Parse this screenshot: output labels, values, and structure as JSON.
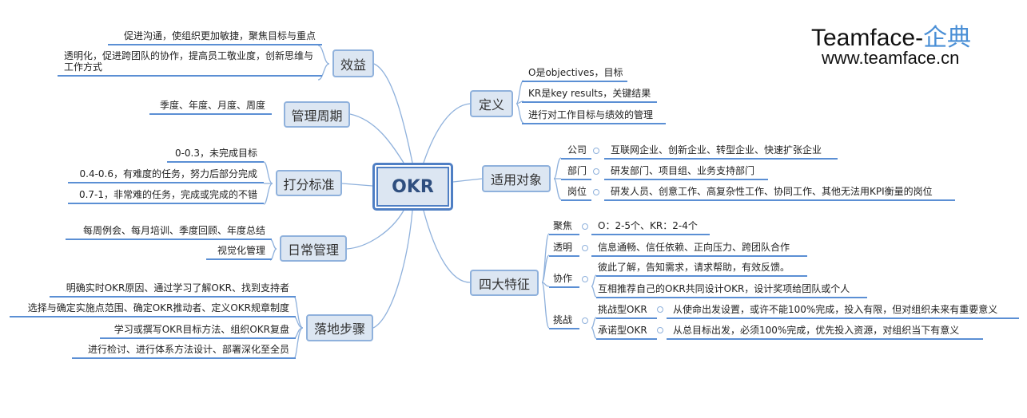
{
  "logo": {
    "brand": "Teamface-",
    "brand_cn": "企典",
    "url": "www.teamface.cn",
    "accent": "#4a8fd6"
  },
  "center": "OKR",
  "left": {
    "benefit": {
      "label": "效益",
      "items": [
        "促进沟通，使组织更加敏捷，聚焦目标与重点",
        "透明化，促进跨团队的协作，提高员工敬业度，创新思维与工作方式"
      ]
    },
    "cycle": {
      "label": "管理周期",
      "items": [
        "季度、年度、月度、周度"
      ]
    },
    "scoring": {
      "label": "打分标准",
      "items": [
        "0-0.3，未完成目标",
        "0.4-0.6，有难度的任务，努力后部分完成",
        "0.7-1，非常难的任务，完成或完成的不错"
      ]
    },
    "daily": {
      "label": "日常管理",
      "items": [
        "每周例会、每月培训、季度回顾、年度总结",
        "视觉化管理"
      ]
    },
    "steps": {
      "label": "落地步骤",
      "items": [
        "明确实时OKR原因、通过学习了解OKR、找到支持者",
        "选择与确定实施点范围、确定OKR推动者、定义OKR规章制度",
        "学习或撰写OKR目标方法、组织OKR复盘",
        "进行检讨、进行体系方法设计、部署深化至全员"
      ]
    }
  },
  "right": {
    "definition": {
      "label": "定义",
      "items": [
        "O是objectives，目标",
        "KR是key results，关键结果",
        "进行对工作目标与绩效的管理"
      ]
    },
    "scope": {
      "label": "适用对象",
      "items": [
        {
          "label": "公司",
          "value": "互联网企业、创新企业、转型企业、快速扩张企业"
        },
        {
          "label": "部门",
          "value": "研发部门、项目组、业务支持部门"
        },
        {
          "label": "岗位",
          "value": "研发人员、创意工作、高复杂性工作、协同工作、其他无法用KPI衡量的岗位"
        }
      ]
    },
    "features": {
      "label": "四大特征",
      "focus": {
        "label": "聚焦",
        "value": "O：2-5个、KR：2-4个"
      },
      "transparent": {
        "label": "透明",
        "value": "信息通畅、信任依赖、正向压力、跨团队合作"
      },
      "collab": {
        "label": "协作",
        "values": [
          "彼此了解，告知需求，请求帮助，有效反馈。",
          "互相推荐自己的OKR共同设计OKR，设计奖项给团队或个人"
        ]
      },
      "challenge": {
        "label": "挑战",
        "items": [
          {
            "label": "挑战型OKR",
            "value": "从使命出发设置，或许不能100%完成，投入有限，但对组织未来有重要意义"
          },
          {
            "label": "承诺型OKR",
            "value": "从总目标出发，必须100%完成，优先投入资源，对组织当下有意义"
          }
        ]
      }
    }
  }
}
